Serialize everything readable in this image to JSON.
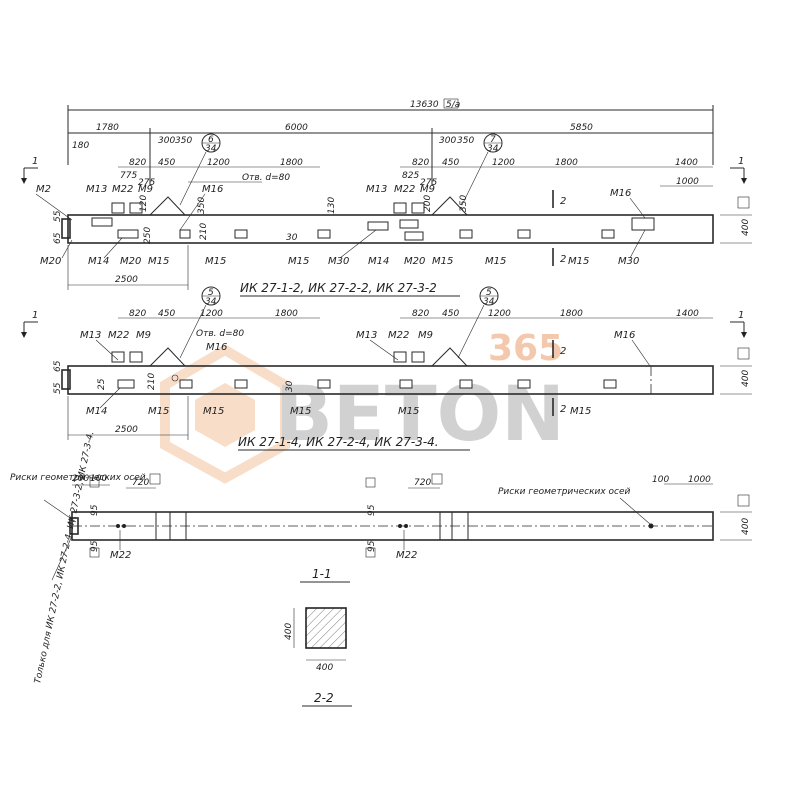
{
  "drawing": {
    "overall_dims": {
      "total": "13630",
      "total_tag": "5/a",
      "left": "1780",
      "mid": "6000",
      "right": "5850"
    },
    "view1": {
      "title": "ИК 27-1-2, ИК 27-2-2, ИК 27-3-2",
      "callouts": [
        {
          "num": "6",
          "sheet": "34"
        },
        {
          "num": "7",
          "sheet": "34"
        }
      ],
      "dims_top": [
        "180",
        "300",
        "350",
        "820",
        "450",
        "1200",
        "1800",
        "775",
        "275",
        "300",
        "350",
        "820",
        "450",
        "1200",
        "1800",
        "1400",
        "825",
        "275",
        "1000",
        "250",
        "130",
        "350",
        "2500",
        "400"
      ],
      "opening": "Отв. d=80",
      "labels_top": [
        "М2",
        "М13",
        "М22",
        "М9",
        "М16",
        "М13",
        "М22",
        "М9",
        "М16"
      ],
      "labels_bottom": [
        "М20",
        "М14",
        "М20",
        "М15",
        "М15",
        "М15",
        "М30",
        "М14",
        "М20",
        "М15",
        "М15",
        "М15",
        "М30"
      ],
      "small_dims": [
        "55",
        "65",
        "210",
        "30",
        "120",
        "200",
        "210"
      ],
      "section_marks": [
        "1",
        "2",
        "2",
        "1"
      ]
    },
    "view2": {
      "title": "ИК 27-1-4, ИК 27-2-4, ИК 27-3-4.",
      "callouts": [
        {
          "num": "5",
          "sheet": "34"
        },
        {
          "num": "5",
          "sheet": "34"
        }
      ],
      "dims_top": [
        "820",
        "450",
        "1200",
        "1800",
        "820",
        "450",
        "1200",
        "1800",
        "1400",
        "2500",
        "400"
      ],
      "opening": "Отв. d=80",
      "labels_top": [
        "М13",
        "М22",
        "М9",
        "М16",
        "М13",
        "М22",
        "М9",
        "М16"
      ],
      "labels_bottom": [
        "М14",
        "М15",
        "М15",
        "М15",
        "М15",
        "М15"
      ],
      "small_dims": [
        "65",
        "55",
        "25",
        "210",
        "30"
      ],
      "section_marks": [
        "1",
        "2",
        "2",
        "1"
      ]
    },
    "view3": {
      "section_title": "1-1",
      "dims": [
        "200",
        "100",
        "720",
        "95",
        "95",
        "720",
        "100",
        "1000",
        "400"
      ],
      "labels": [
        "М22",
        "М22"
      ],
      "risks_left": "Риски геометри-ческих осей",
      "risks_right": "Риски геометрических осей",
      "vertical_note": "Только для ИК 27-2-2, ИК 27-2-4, ИК 27-3-2, ИК 27-3-4."
    },
    "section22": {
      "title": "2-2",
      "dim_v": "400",
      "dim_h": "400"
    }
  },
  "watermark": {
    "top": "365",
    "main": "BETON",
    "color": "#e8874a",
    "color_main": "#9a9a9a"
  }
}
